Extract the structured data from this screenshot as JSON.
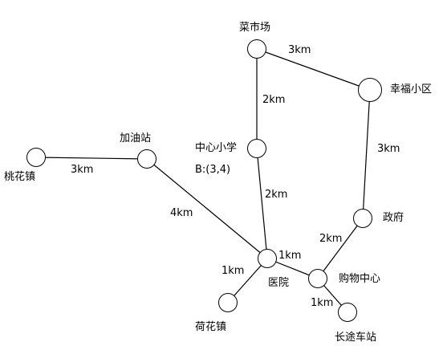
{
  "diagram": {
    "nodes": [
      {
        "id": "taohua",
        "label": "桃花镇"
      },
      {
        "id": "jiayou",
        "label": "加油站"
      },
      {
        "id": "caishichang",
        "label": "菜市场"
      },
      {
        "id": "xingfu",
        "label": "幸福小区"
      },
      {
        "id": "zhongxin",
        "label": "中心小学",
        "note": "B:(3,4)"
      },
      {
        "id": "zhengfu",
        "label": "政府"
      },
      {
        "id": "yiyuan",
        "label": "医院"
      },
      {
        "id": "gouwu",
        "label": "购物中心"
      },
      {
        "id": "hehua",
        "label": "荷花镇"
      },
      {
        "id": "changtu",
        "label": "长途车站"
      }
    ],
    "edges": [
      {
        "from": "taohua",
        "to": "jiayou",
        "label": "3km"
      },
      {
        "from": "jiayou",
        "to": "yiyuan",
        "label": "4km"
      },
      {
        "from": "caishichang",
        "to": "xingfu",
        "label": "3km"
      },
      {
        "from": "caishichang",
        "to": "zhongxin",
        "label": "2km"
      },
      {
        "from": "zhongxin",
        "to": "yiyuan",
        "label": "2km"
      },
      {
        "from": "xingfu",
        "to": "zhengfu",
        "label": "3km"
      },
      {
        "from": "zhengfu",
        "to": "gouwu",
        "label": "2km"
      },
      {
        "from": "yiyuan",
        "to": "gouwu",
        "label": "1km"
      },
      {
        "from": "yiyuan",
        "to": "hehua",
        "label": "1km"
      },
      {
        "from": "gouwu",
        "to": "changtu",
        "label": "1km"
      }
    ]
  }
}
